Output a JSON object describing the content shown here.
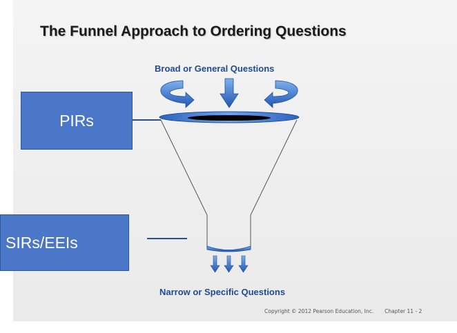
{
  "slide": {
    "title": "The Funnel Approach to Ordering Questions",
    "top_caption": "Broad or General Questions",
    "bottom_caption": "Narrow or Specific Questions",
    "footer_copyright": "Copyright © 2012 Pearson Education, Inc.",
    "footer_chapter": "Chapter 11 - 2"
  },
  "labels": {
    "pirs": "PIRs",
    "sirs": "SIRs/EEIs"
  },
  "colors": {
    "box_fill": "#4b77c8",
    "caption_text": "#1e4a9a",
    "funnel_blue": "#3c74cc"
  },
  "icons": {
    "top_arrows": [
      "curved-arrow-left-icon",
      "down-arrow-icon",
      "curved-arrow-right-icon"
    ],
    "bottom_arrows": [
      "down-arrow-icon",
      "down-arrow-icon",
      "down-arrow-icon"
    ]
  }
}
